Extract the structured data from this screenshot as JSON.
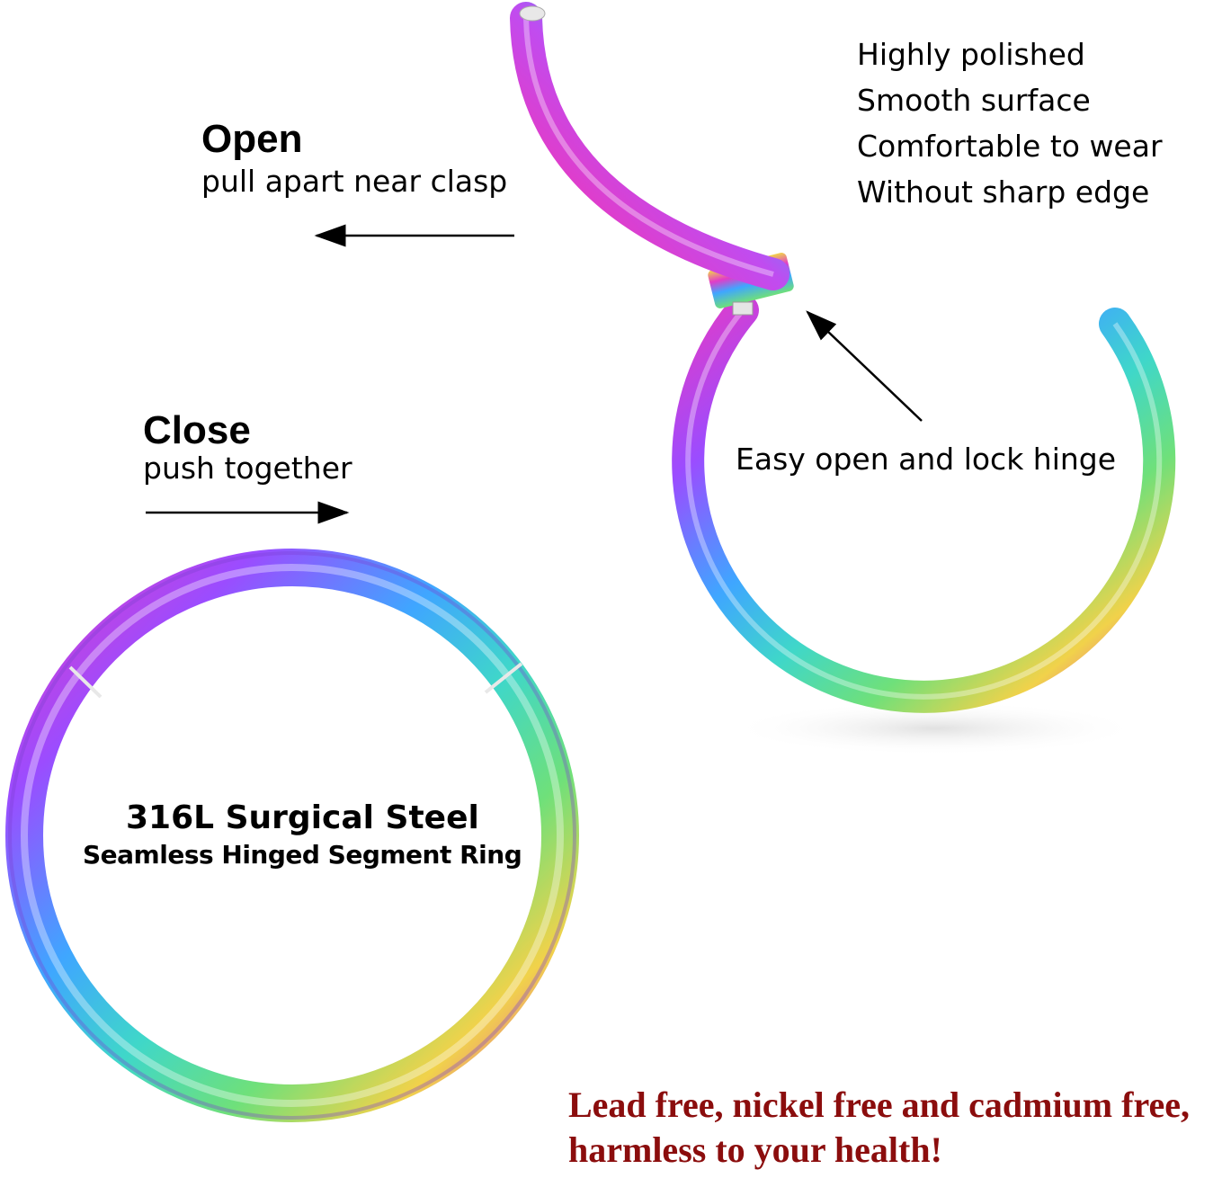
{
  "colors": {
    "background": "#ffffff",
    "text": "#000000",
    "warning_text": "#8b0d0d",
    "ring_gradient": [
      "#e23cc8",
      "#9b4cff",
      "#3fa6ff",
      "#3fd7c9",
      "#6fe07a",
      "#f1d24a",
      "#ff9a4c"
    ]
  },
  "open": {
    "title": "Open",
    "subtitle": "pull apart near clasp",
    "arrow_direction": "left"
  },
  "close": {
    "title": "Close",
    "subtitle": "push together",
    "arrow_direction": "right"
  },
  "features": [
    "Highly polished",
    "Smooth surface",
    "Comfortable to wear",
    "Without sharp edge"
  ],
  "hinge_label": "Easy open and lock hinge",
  "ring_label": {
    "title": "316L Surgical Steel",
    "subtitle": "Seamless Hinged Segment Ring"
  },
  "safety_note": {
    "line1": "Lead free, nickel free and cadmium free,",
    "line2": "harmless to your health!"
  }
}
